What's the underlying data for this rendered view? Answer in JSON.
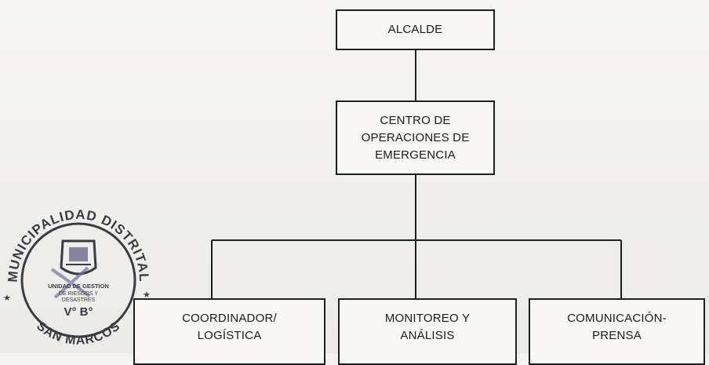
{
  "org_chart": {
    "top": {
      "label": "ALCALDE"
    },
    "center": {
      "label": "CENTRO DE\nOPERACIONES DE\nEMERGENCIA"
    },
    "units": [
      {
        "label": "COORDINADOR/\nLOGÍSTICA"
      },
      {
        "label": "MONITOREO Y\nANÁLISIS"
      },
      {
        "label": "COMUNICACIÓN-\nPRENSA"
      }
    ]
  },
  "seal": {
    "outer_top_text": "MUNICIPALIDAD DISTRITAL",
    "outer_bottom_text": "SAN MARCOS",
    "inner_text": "UNIDAD DE GESTION DE RIESGOS Y DESASTRES",
    "mark": "V° B°",
    "ink_color": "#1d1d2a"
  },
  "colors": {
    "line": "#1f1f1f",
    "paper": "#f2f1ee"
  }
}
